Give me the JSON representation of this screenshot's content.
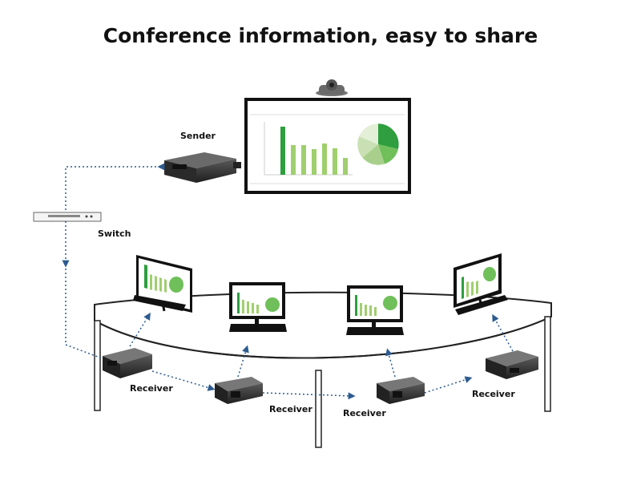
{
  "title": "Conference information, easy to share",
  "labels": {
    "sender": "Sender",
    "switch": "Switch",
    "receiver": "Receiver"
  },
  "colors": {
    "table_fill": "#ffffff",
    "table_stroke": "#222222",
    "device_body": "#2b2b2b",
    "device_face": "#8a8a8a",
    "bar_dark": "#2e9e3e",
    "bar_light": "#9fcf6e",
    "cable": "#2d5b8f"
  },
  "icons": {
    "camera": "camera-icon",
    "sender_device": "hdmi-sender-icon",
    "switch_device": "network-switch-icon",
    "receiver_device": "hdmi-receiver-icon",
    "monitor": "monitor-icon",
    "display": "large-display-icon"
  }
}
